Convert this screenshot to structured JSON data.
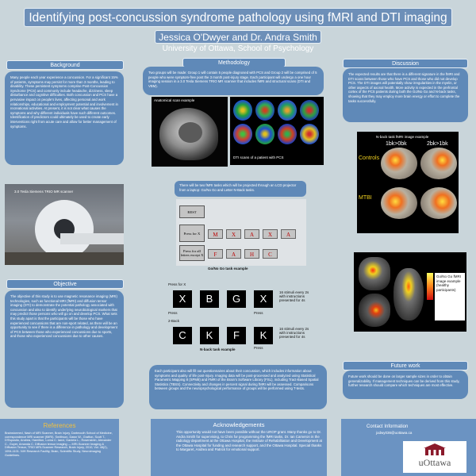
{
  "header": {
    "title": "Identifying post-concussion syndrome pathology using fMRI and DTI imaging",
    "authors": "Jessica O'Dwyer and Dr. Andra Smith",
    "affiliation": "University of Ottawa, School of Psychology"
  },
  "background": {
    "heading": "Background",
    "text": "Many people each year experience a concussion. For a significant 15% of patients, symptoms may persist for more than 3 months, leading to disability. These persistent symptoms comprise Post-Concussion Syndrome (PCS) and commonly include headache, dizziness, sleep disturbance and cognitive difficulties. Both concussion and PCS have a pervasive impact on people's lives, affecting personal and work relationships, educational and employment potential and involvement in recreational activities. At present, it is not clear what causes the symptoms and why different individuals have such different outcomes. Identification of predictors could ultimately be used to create early interventions right from acute care and allow for better management of symptoms."
  },
  "methodology": {
    "heading": "Methodology",
    "intro": "Two groups will be made: Group 1 will contain 5 people diagnosed with PCS and Group 2 will be comprised of 5 people who were symptom-free post the 3 month post-injury stage. Each participant will undergo a one hour imaging session in a 3.0 Tesla Siemens TRIO MR scanner that includes fMRI and structural scans (DTI and VBM).",
    "anatomical_label": "Anatomical scan example",
    "dti_caption": "DTI scans of a patient with PCS",
    "scanner_label": "3.0 Tesla Siemens TRIO MR scanner",
    "fmri_runs": "There will be two fMRI tasks which will be projected through an LCD projector from a laptop: Go/No Go and Letter N-Back tasks.",
    "gonogo": {
      "rest": "REST",
      "press_x": "Press for X",
      "press_all": "Press for all letters except X",
      "row1": [
        "M",
        "X",
        "A",
        "X",
        "A"
      ],
      "row2": [
        "F",
        "A",
        "H",
        "C"
      ],
      "caption": "Go/No Go task example"
    },
    "nback": {
      "press_for_x": "Press for X",
      "row1": [
        "X",
        "B",
        "G",
        "X"
      ],
      "row1_note": "16 stimuli every 2s with instructions presented for 4s",
      "back_label": "2-Back",
      "row2": [
        "C",
        "K",
        "F",
        "K"
      ],
      "row2_note": "16 stimuli every 2s with instructions presented for 4s",
      "press": "Press",
      "caption": "N-back task example"
    },
    "analysis": "Each participant also will fill out questionnaires about their concussion, which includes information about symptoms and quality of life post-injury. Imaging data will be post-processed and analyzed using Statistical Parametric Mapping 8 (SPM8) and FMRI of the Brain's Software Library (FSL), including Tract-Based Spatial Statistics (TBSS). Connectivity and changes in percent signal during fMRI will be assessed. Comparisons between groups and the neuropsychological performance of groups will be performed using T-tests."
  },
  "discussion": {
    "heading": "Discussion",
    "text": "The expected results are that there is a different signature in the fMRI and DTI scans between those who have PCS and those who did not develop PCS. The DTI images will potentially show irregularities in the myelin, or other aspects of axonal health. More activity is expected in the prefrontal cortex of the PCS patients during both the Go/No Go and N-back tasks, showing that they may employ more brain energy or effort to complete the tasks successfully.",
    "nback_fmri_title": "N-back task fMRI image example",
    "nback_left": "1bk>0bk",
    "nback_right": "2bk>1bk",
    "controls": "Controls",
    "mtbi": "MTBI",
    "gonogo_fmri_caption": "Go/No Go fMRI image example (healthy participants)"
  },
  "objective": {
    "heading": "Objective",
    "text": "The objective of this study is to use magnetic resonance imaging (MRI) technologies, such as functional MRI (fMRI) and diffusion tensor imaging (DTI) to demonstrate the potential pathology associated with concussion and also to identify underlying neurobiological markers that may predict those persons who will go on and develop PCS. What sets this study apart is that the participants will be those who have experienced concussions that are non-sport related, as there will be an opportunity to see if there is a difference in pathology and development of PCS between those who experienced concussions due to sports, and those who experienced concussions due to other causes."
  },
  "future_work": {
    "heading": "Future work",
    "text": "Future work should be done on larger sample sizes in order to obtain generalizability. If management techniques can be derived from this study, further research should compare which techniques are most effective."
  },
  "references": {
    "heading": "References",
    "text": "Brainstormed, Nash of MRI Scanner, Brain Injury, Dartmouth School of Medicine, correspondence MRI scanner (fMRI). Smithson, Dawn W., Grafton, Scott T., D'Esposito, Andrea, Hamilton, Lorna C. Ianni, Daniela L., Rosenstein, Alexander C., Guyer, Amanda C. Diffusion tensor imaging — MRI-Scanner Imaging & Diffusion Tensor, TRIO MRI-Scanner Research, Brain Injury, 2010, Vol. 48(2), 1094-1101. NIH Research Facility, Brain, Scientific Study, Neuroimaging Guidelines."
  },
  "acknowledgements": {
    "heading": "Acknowledgements",
    "text": "This opportunity would not have been possible without the UROP grant. Many thanks go to Dr. Andra Smith for supervising, to Chris for programming the fMRI tasks, Dr. Ian Cameron in the radiology department at the Ottawa Hospital, the Institute of Rehabilitation and Development at the Ottawa Hospital for funding and research support, and the Ottawa Hospital. Special thanks to Margaret, Andrea and Patrick for emotional support."
  },
  "contact": {
    "heading": "Contact Information",
    "email": "jodwy036@uottawa.ca"
  },
  "logo": {
    "text": "uOttawa"
  },
  "colors": {
    "background": "#c9d5da",
    "panel": "#5f89b8",
    "footer": "#6b93c2"
  }
}
